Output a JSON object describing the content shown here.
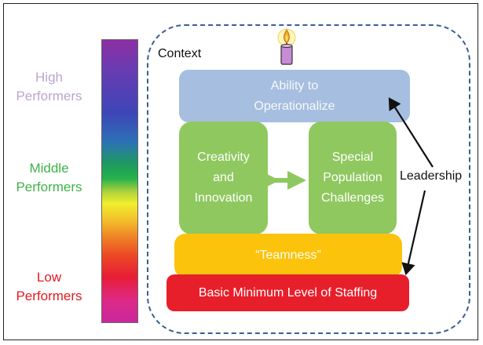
{
  "performers": {
    "high": "High\nPerformers",
    "middle": "Middle\nPerformers",
    "low": "Low\nPerformers"
  },
  "context_label": "Context",
  "boxes": {
    "ability": "Ability to\nOperationalize",
    "creativity": "Creativity\nand\nInnovation",
    "special": "Special\nPopulation\nChallenges",
    "teamness": "“Teamness”",
    "staffing": "Basic Minimum Level of Staffing"
  },
  "leadership_label": "Leadership",
  "colors": {
    "ability": "#a6bedf",
    "green_boxes": "#8fc85f",
    "teamness": "#fcc30d",
    "staffing": "#e71f2a",
    "context_border": "#3a5f93",
    "high_text": "#b9a6cf",
    "middle_text": "#3fb24a",
    "low_text": "#e11b22"
  },
  "icons": [
    "candle-icon",
    "double-arrow-icon"
  ]
}
